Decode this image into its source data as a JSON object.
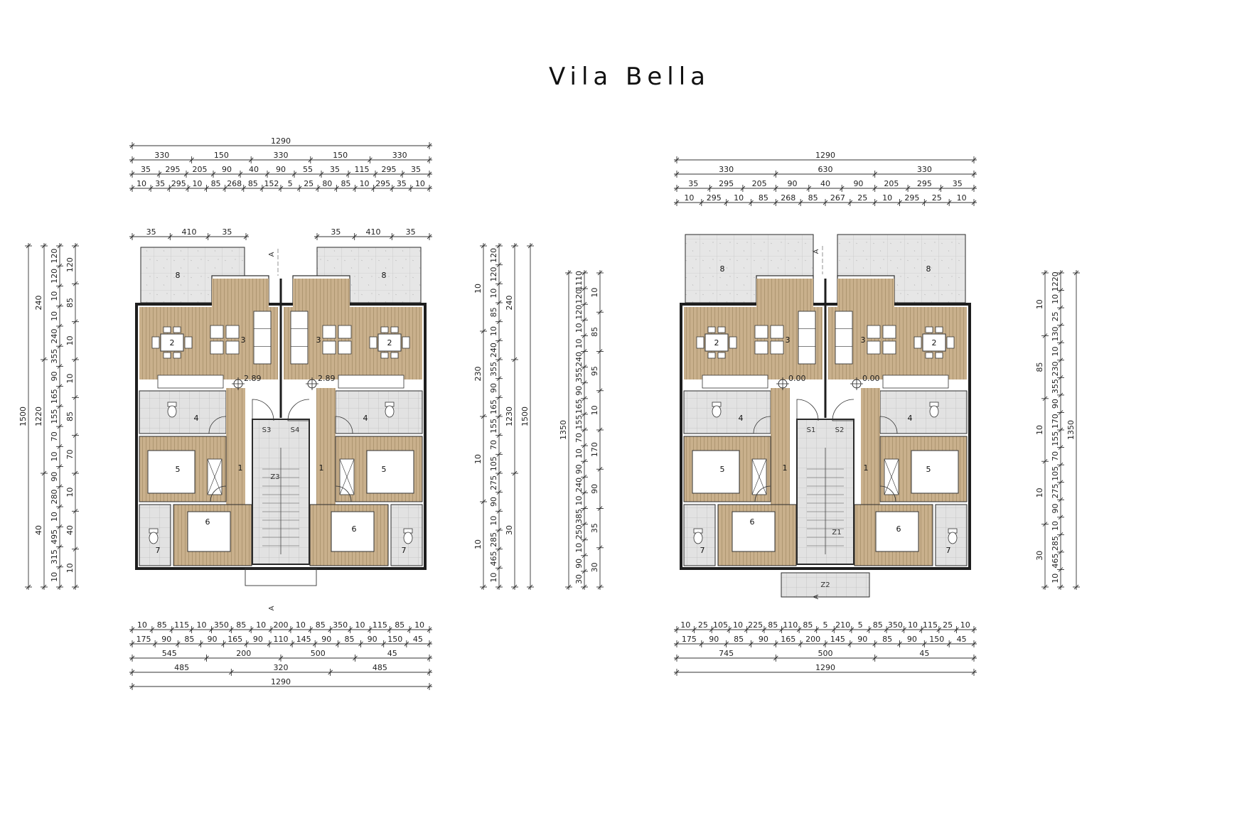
{
  "title": "Vila Bella",
  "colors": {
    "wood": "#c9b08c",
    "tile": "#e0e0e0",
    "wall": "#2a2a2a",
    "line": "#333333"
  },
  "plans": [
    {
      "id": "upper-floor",
      "top_dims": [
        [
          "1290"
        ],
        [
          "330",
          "150",
          "330",
          "150",
          "330"
        ],
        [
          "35",
          "295",
          "205",
          "90",
          "40",
          "90",
          "55",
          "35",
          "115",
          "295",
          "35"
        ],
        [
          "10",
          "35",
          "295",
          "10",
          "85",
          "268",
          "85",
          "152",
          "5",
          "25",
          "80",
          "85",
          "10",
          "295",
          "35",
          "10"
        ]
      ],
      "bottom_dims": [
        [
          "10",
          "85",
          "115",
          "10",
          "350",
          "85",
          "10",
          "200",
          "10",
          "85",
          "350",
          "10",
          "115",
          "85",
          "10"
        ],
        [
          "175",
          "90",
          "85",
          "90",
          "165",
          "90",
          "110",
          "145",
          "90",
          "85",
          "90",
          "150",
          "45"
        ],
        [
          "545",
          "200",
          "500",
          "45"
        ],
        [
          "485",
          "320",
          "485"
        ],
        [
          "1290"
        ]
      ],
      "left_dims": [
        [
          "1500"
        ],
        [
          "240",
          "1220",
          "40"
        ],
        [
          "120",
          "120",
          "10",
          "10",
          "240",
          "355",
          "90",
          "165",
          "155",
          "70",
          "10",
          "90",
          "280",
          "10",
          "495",
          "315",
          "10"
        ],
        [
          "120",
          "85",
          "10",
          "10",
          "85",
          "70",
          "10",
          "40",
          "10"
        ]
      ],
      "right_dims": [
        [
          "1500"
        ],
        [
          "240",
          "1230",
          "30"
        ],
        [
          "120",
          "120",
          "10",
          "85",
          "10",
          "240",
          "355",
          "90",
          "165",
          "155",
          "70",
          "105",
          "275",
          "90",
          "10",
          "285",
          "465",
          "10"
        ],
        [
          "10",
          "230",
          "10",
          "10"
        ]
      ],
      "top_wing_dims": [
        "35",
        "410",
        "35",
        "35",
        "410",
        "35"
      ],
      "rooms": [
        {
          "label": "8"
        },
        {
          "label": "8"
        },
        {
          "label": "2"
        },
        {
          "label": "3"
        },
        {
          "label": "3"
        },
        {
          "label": "2"
        },
        {
          "label": "4"
        },
        {
          "label": "4"
        },
        {
          "label": "5"
        },
        {
          "label": "5"
        },
        {
          "label": "1"
        },
        {
          "label": "1"
        },
        {
          "label": "6"
        },
        {
          "label": "6"
        },
        {
          "label": "7"
        },
        {
          "label": "7"
        }
      ],
      "levels": [
        "2.89",
        "2.89"
      ],
      "stair_labels": [
        "S3",
        "S4",
        "Z3"
      ],
      "section_marks": [
        "A",
        "A"
      ]
    },
    {
      "id": "ground-floor",
      "top_dims": [
        [
          "1290"
        ],
        [
          "330",
          "630",
          "330"
        ],
        [
          "35",
          "295",
          "205",
          "90",
          "40",
          "90",
          "205",
          "295",
          "35"
        ],
        [
          "10",
          "295",
          "10",
          "85",
          "268",
          "85",
          "267",
          "25",
          "10",
          "295",
          "25",
          "10"
        ]
      ],
      "bottom_dims": [
        [
          "10",
          "25",
          "105",
          "10",
          "225",
          "85",
          "110",
          "85",
          "5",
          "210",
          "5",
          "85",
          "350",
          "10",
          "115",
          "25",
          "10"
        ],
        [
          "175",
          "90",
          "85",
          "90",
          "165",
          "200",
          "145",
          "90",
          "85",
          "90",
          "150",
          "45"
        ],
        [
          "745",
          "500",
          "45"
        ],
        [
          "1290"
        ]
      ],
      "left_dims": [
        [
          "1350"
        ],
        [
          "1110",
          "120",
          "120",
          "10",
          "10",
          "240",
          "355",
          "90",
          "165",
          "155",
          "70",
          "10",
          "90",
          "240",
          "10",
          "385",
          "250",
          "10",
          "90",
          "30"
        ],
        [
          "10",
          "85",
          "95",
          "10",
          "170",
          "90",
          "35",
          "30"
        ]
      ],
      "right_dims": [
        [
          "1350"
        ],
        [
          "1220",
          "10",
          "25",
          "130",
          "10",
          "230",
          "355",
          "90",
          "170",
          "155",
          "70",
          "105",
          "275",
          "90",
          "10",
          "285",
          "465",
          "10"
        ],
        [
          "10",
          "85",
          "10",
          "10",
          "30"
        ]
      ],
      "rooms": [
        {
          "label": "8"
        },
        {
          "label": "8"
        },
        {
          "label": "2"
        },
        {
          "label": "3"
        },
        {
          "label": "3"
        },
        {
          "label": "2"
        },
        {
          "label": "4"
        },
        {
          "label": "4"
        },
        {
          "label": "5"
        },
        {
          "label": "5"
        },
        {
          "label": "1"
        },
        {
          "label": "1"
        },
        {
          "label": "6"
        },
        {
          "label": "6"
        },
        {
          "label": "7"
        },
        {
          "label": "7"
        }
      ],
      "levels": [
        "0.00",
        "0.00"
      ],
      "stair_labels": [
        "S1",
        "S2",
        "Z1",
        "Z2"
      ],
      "section_marks": [
        "A",
        "A"
      ]
    }
  ]
}
